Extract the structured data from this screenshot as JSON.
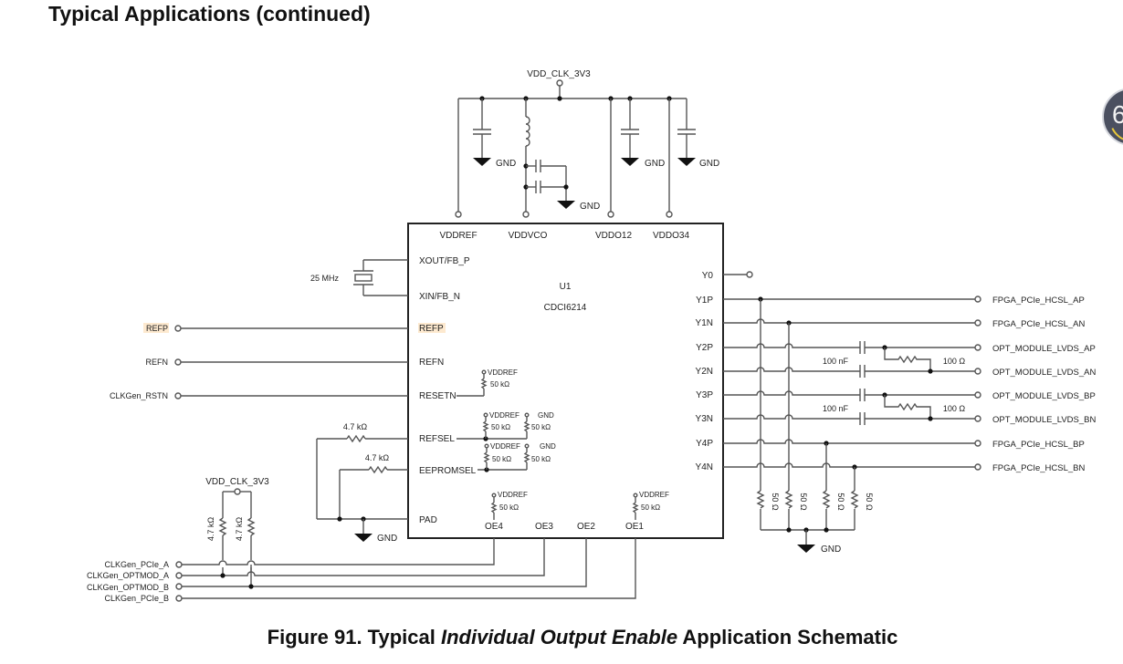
{
  "page": {
    "heading": "Typical Applications (continued)",
    "caption_prefix": "Figure 91.  Typical ",
    "caption_italic": "Individual Output Enable",
    "caption_suffix": " Application Schematic",
    "page_badge": "6"
  },
  "ic": {
    "ref": "U1",
    "part": "CDCI6214",
    "top_pins": [
      "VDDREF",
      "VDDVCO",
      "VDDO12",
      "VDDO34"
    ],
    "left_pins": [
      "XOUT/FB_P",
      "XIN/FB_N",
      "REFP",
      "REFN",
      "RESETN",
      "REFSEL",
      "EEPROMSEL",
      "PAD"
    ],
    "bottom_pins": [
      "OE4",
      "OE3",
      "OE2",
      "OE1"
    ],
    "right_pins": [
      "Y0",
      "Y1P",
      "Y1N",
      "Y2P",
      "Y2N",
      "Y3P",
      "Y3N",
      "Y4P",
      "Y4N"
    ]
  },
  "power": {
    "supply": "VDD_CLK_3V3",
    "gnd": "GND",
    "vddref": "VDDREF"
  },
  "components": {
    "crystal": "25 MHz",
    "internal_pull": "50 kΩ",
    "ext_pull": "4.7 kΩ",
    "ac_cap": "100 nF",
    "term_res": "100 Ω",
    "hcsl_term": "50 Ω"
  },
  "left_nets": {
    "refp": "REFP",
    "refn": "REFN",
    "rstn": "CLKGen_RSTN",
    "oe_nets": [
      "CLKGen_PCIe_A",
      "CLKGen_OPTMOD_A",
      "CLKGen_OPTMOD_B",
      "CLKGen_PCIe_B"
    ]
  },
  "right_nets": [
    "FPGA_PCIe_HCSL_AP",
    "FPGA_PCIe_HCSL_AN",
    "OPT_MODULE_LVDS_AP",
    "OPT_MODULE_LVDS_AN",
    "OPT_MODULE_LVDS_BP",
    "OPT_MODULE_LVDS_BN",
    "FPGA_PCIe_HCSL_BP",
    "FPGA_PCIe_HCSL_BN"
  ]
}
